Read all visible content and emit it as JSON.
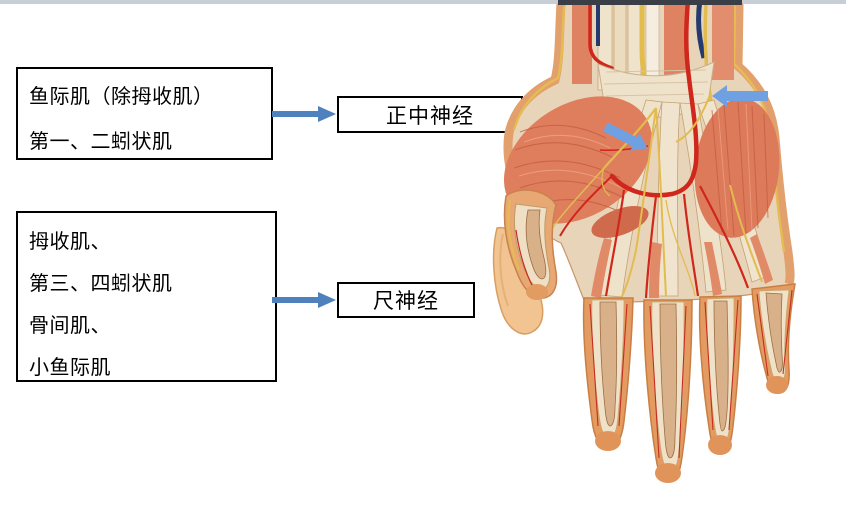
{
  "diagram": {
    "muscle_box_1": {
      "lines": [
        "鱼际肌（除拇收肌）",
        "第一、二蚓状肌"
      ]
    },
    "muscle_box_2": {
      "lines": [
        "拇收肌、",
        "第三、四蚓状肌",
        "骨间肌、",
        "小鱼际肌"
      ]
    },
    "nerve_box_1": {
      "label": "正中神经"
    },
    "nerve_box_2": {
      "label": "尺神经"
    }
  },
  "colors": {
    "connector_arrow": "#4E81BD",
    "image_arrow": "#6FA0E2",
    "box_border": "#000000",
    "box_text": "#000000",
    "top_bar": "#C8CED5",
    "artery_red": "#CF271B",
    "vein_blue": "#253A6E",
    "nerve_yellow": "#E2BC4F",
    "muscle_salmon": "#DF7E5D",
    "skin_tan": "#E49B62",
    "tendon_cream": "#F0E2C9"
  }
}
